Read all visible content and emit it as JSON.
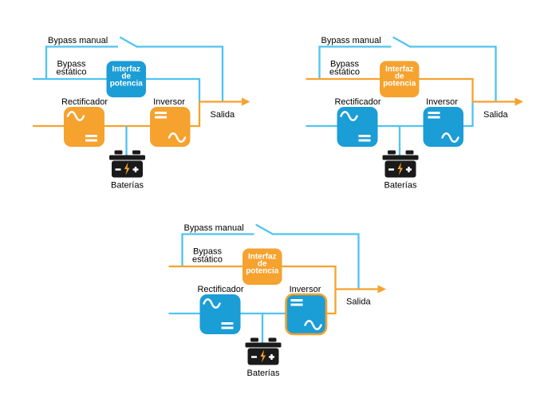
{
  "colors": {
    "line_blue": "#4FC4F1",
    "box_blue": "#1B9DD6",
    "orange": "#F6A22E",
    "icon_black": "#1A1A1A",
    "label_black": "#000000",
    "box_text_white": "#FFFFFF"
  },
  "icons": {
    "switch": "open-switch-diagonal",
    "output_arrow": "right-arrow-triangle",
    "battery": "battery-with-terminals",
    "sine": "sine-wave",
    "equals": "dc-equals-bars",
    "bolt": "lightning-bolt"
  },
  "diagrams": [
    {
      "labels": {
        "bypass_manual": "Bypass manual",
        "bypass_estatico": [
          "Bypass",
          "estático"
        ],
        "interfaz": [
          "Interfaz",
          "de",
          "potencia"
        ],
        "rectificador": "Rectificador",
        "inversor": "Inversor",
        "salida": "Salida",
        "baterias": "Baterías"
      }
    },
    {
      "labels": {
        "bypass_manual": "Bypass manual",
        "bypass_estatico": [
          "Bypass",
          "estático"
        ],
        "interfaz": [
          "Interfaz",
          "de",
          "potencia"
        ],
        "rectificador": "Rectificador",
        "inversor": "Inversor",
        "salida": "Salida",
        "baterias": "Baterías"
      }
    },
    {
      "labels": {
        "bypass_manual": "Bypass manual",
        "bypass_estatico": [
          "Bypass",
          "estático"
        ],
        "interfaz": [
          "Interfaz",
          "de",
          "potencia"
        ],
        "rectificador": "Rectificador",
        "inversor": "Inversor",
        "salida": "Salida",
        "baterias": "Baterías"
      }
    }
  ]
}
